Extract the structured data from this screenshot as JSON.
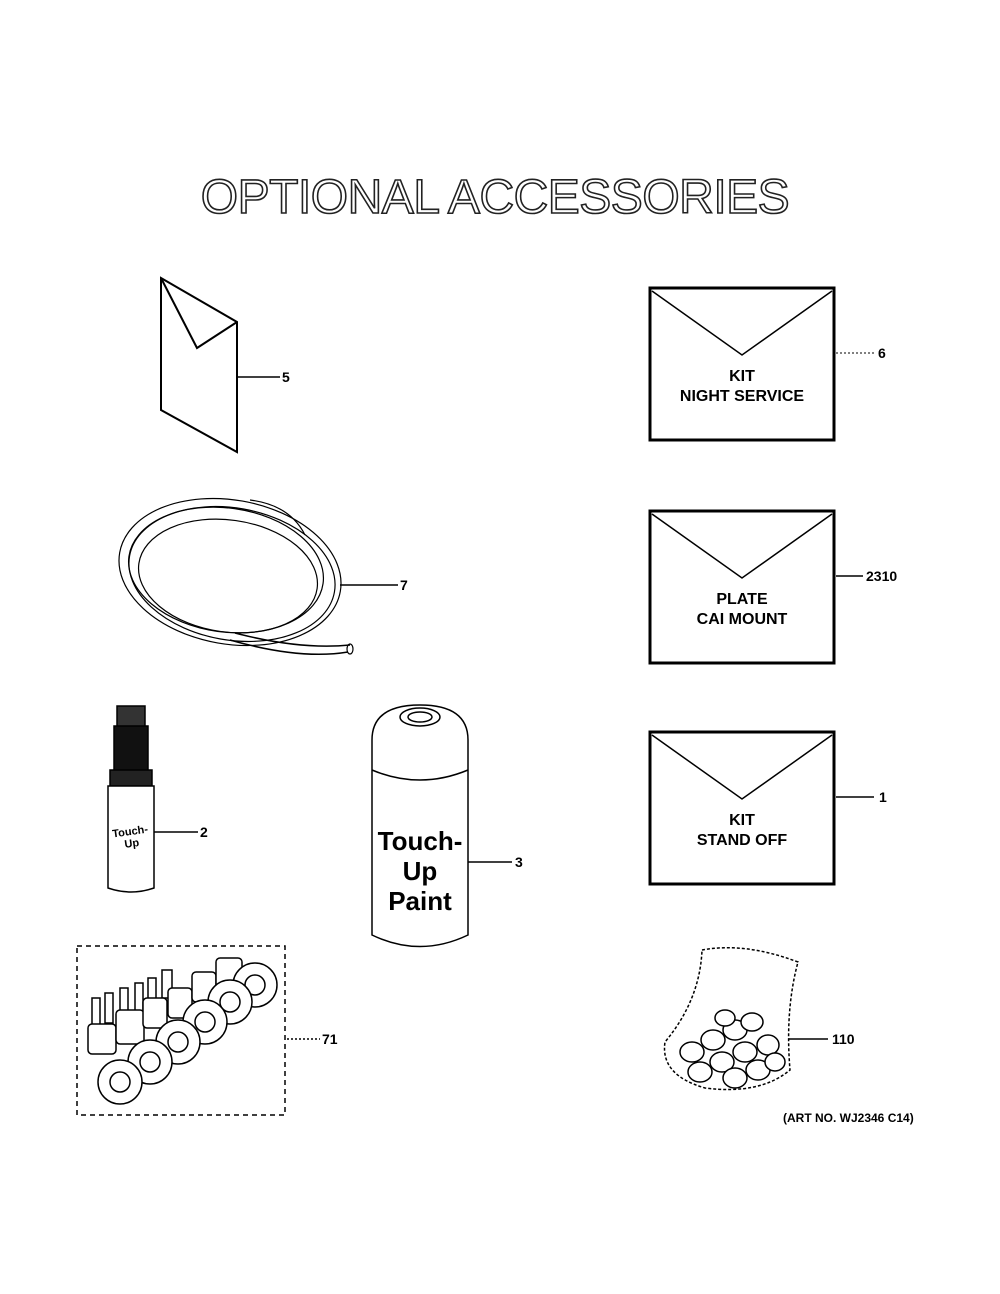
{
  "title": "OPTIONAL ACCESSORIES",
  "art_number": "(ART NO. WJ2346 C14)",
  "parts": [
    {
      "id": "5",
      "item": "envelope-packet"
    },
    {
      "id": "6",
      "label_line1": "KIT",
      "label_line2": "NIGHT SERVICE"
    },
    {
      "id": "7",
      "item": "tubing-coil"
    },
    {
      "id": "2310",
      "label_line1": "PLATE",
      "label_line2": "CAI MOUNT"
    },
    {
      "id": "2",
      "item": "touch-up-pen",
      "pen_text": "Touch-Up"
    },
    {
      "id": "3",
      "item": "spray-can",
      "can_text_line1": "Touch-Up",
      "can_text_line2": "Paint"
    },
    {
      "id": "1",
      "label_line1": "KIT",
      "label_line2": "STAND OFF"
    },
    {
      "id": "71",
      "item": "parts-kit"
    },
    {
      "id": "110",
      "item": "bag-of-parts"
    }
  ]
}
